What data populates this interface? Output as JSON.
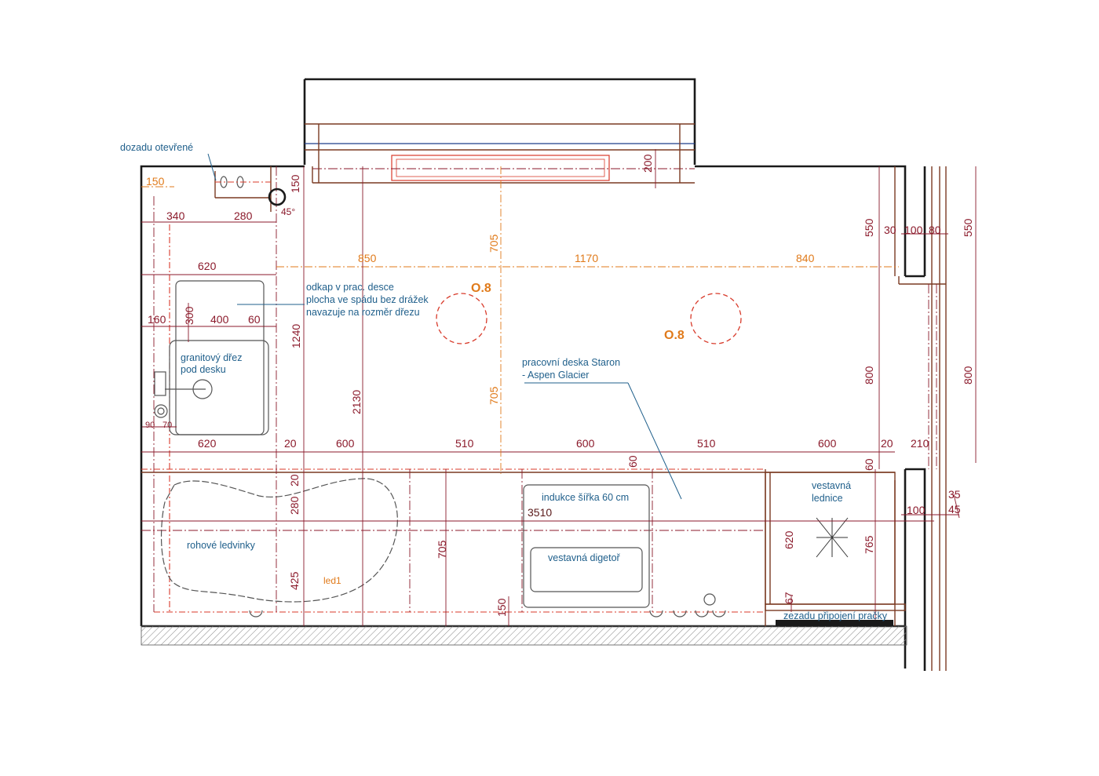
{
  "plan": {
    "dimensions": {
      "d150_top": "150",
      "d340": "340",
      "d280_top": "280",
      "d150_v": "150",
      "d45deg": "45°",
      "d200": "200",
      "d850": "850",
      "d1170": "1170",
      "d840": "840",
      "d705_top": "705",
      "d705_mid": "705",
      "d620_top": "620",
      "d160": "160",
      "d400": "400",
      "d60_sink": "60",
      "d300": "300",
      "d1240": "1240",
      "d2130": "2130",
      "d90": "90",
      "d70": "70",
      "d620_bot": "620",
      "d20_a": "20",
      "d600_a": "600",
      "d510_a": "510",
      "d600_b": "600",
      "d510_b": "510",
      "d600_c": "600",
      "d20_b": "20",
      "d210": "210",
      "d60_cook": "60",
      "d3510": "3510",
      "d20_v": "20",
      "d280_v": "280",
      "d425": "425",
      "d705_low": "705",
      "d150_low": "150",
      "d60_fridge": "60",
      "d620_fridge": "620",
      "d765": "765",
      "d67": "67",
      "d550_a": "550",
      "d550_b": "550",
      "d30": "30",
      "d100_a": "100",
      "d80": "80",
      "d800_a": "800",
      "d800_b": "800",
      "d100_b": "100",
      "d35": "35",
      "d45": "45"
    },
    "labels": {
      "dozadu_otevrene": "dozadu otevřené",
      "odkap_1": "odkap v prac. desce",
      "odkap_2": "plocha ve spádu bez drážek",
      "odkap_3": "navazuje na rozměr dřezu",
      "drez_1": "granitový dřez",
      "drez_2": "pod desku",
      "deska_1": "pracovní deska Staron",
      "deska_2": "- Aspen Glacier",
      "indukce": "indukce šířka 60 cm",
      "digestor": "vestavná digetoř",
      "lednice_1": "vestavná",
      "lednice_2": "lednice",
      "ledvinky": "rohové ledvinky",
      "led": "led1",
      "pracka": "zezadu připojení pračky",
      "light_1": "O.8",
      "light_2": "O.8"
    },
    "colors": {
      "dimension": "#8b1a2b",
      "orange": "#e07a1a",
      "note": "#1f5f8b",
      "wall": "#1a1a1a"
    }
  }
}
